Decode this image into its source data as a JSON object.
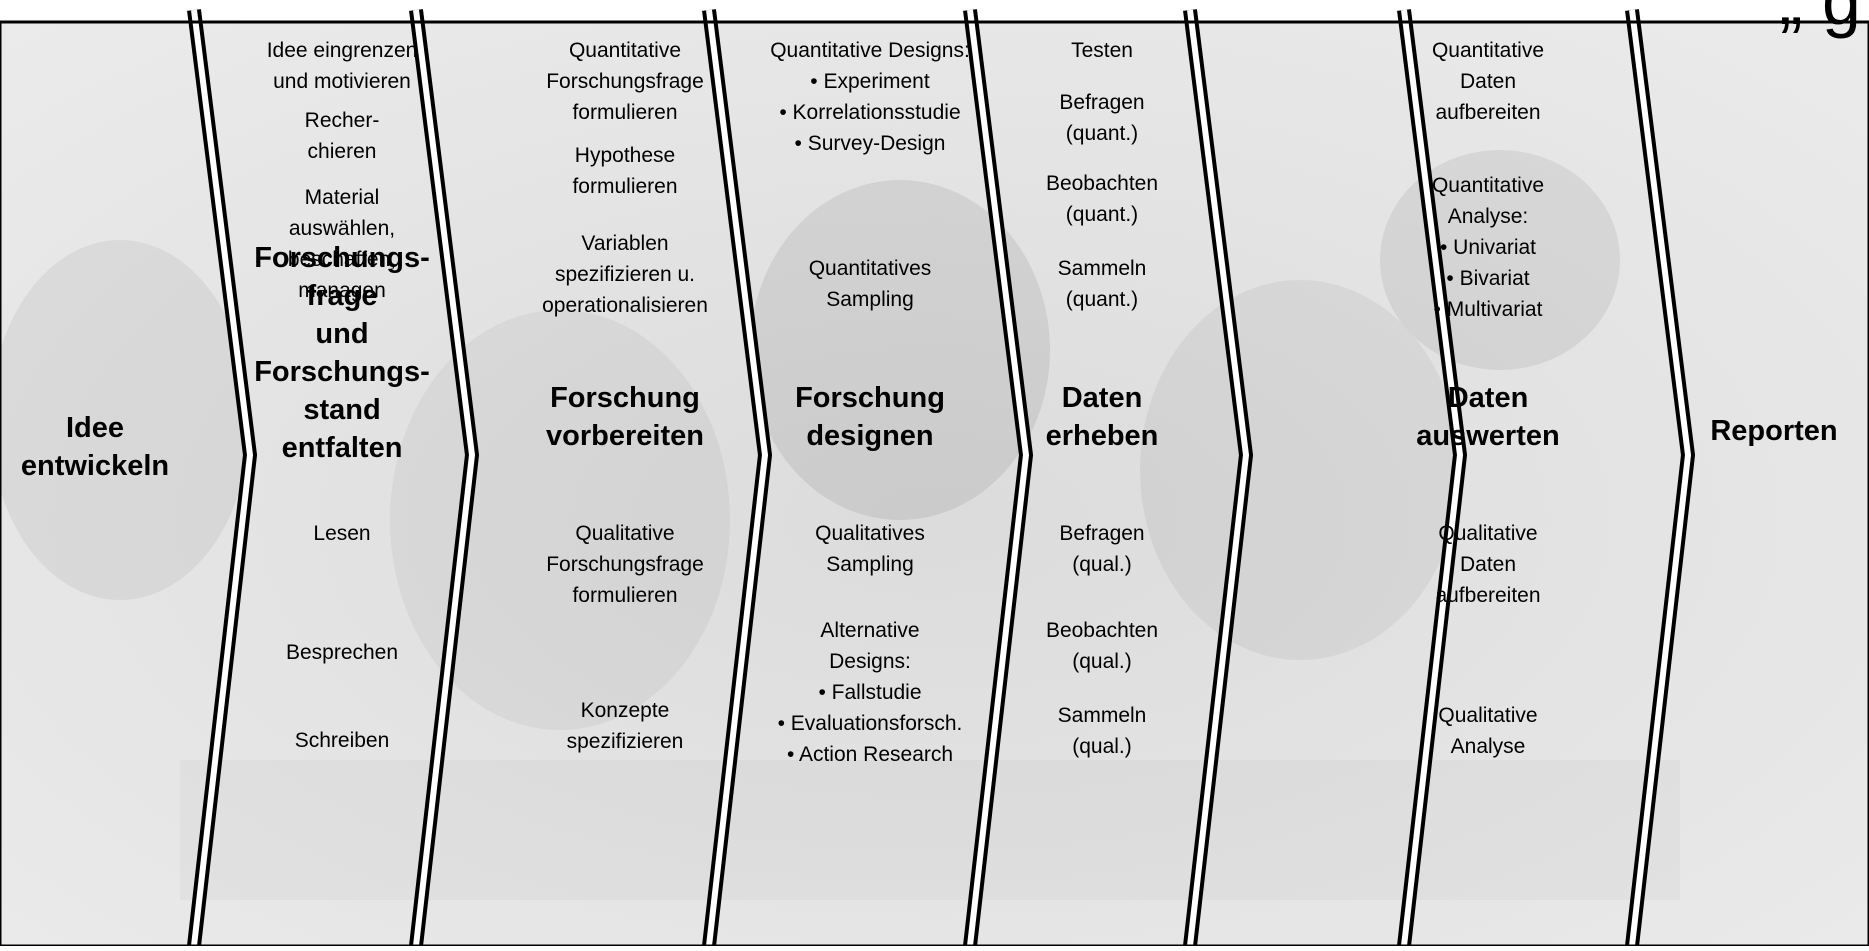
{
  "header": {
    "top_right_text": "„ g"
  },
  "stages": [
    {
      "title": "Idee\nentwickeln",
      "items": []
    },
    {
      "title": "Forschungs-\nfrage\nund\nForschungs-\nstand\nentfalten",
      "items": [
        "Idee eingrenzen\nund motivieren",
        "Recher-\nchieren",
        "Material\nauswählen,\nbeschaffen,\nmanagen",
        "Lesen",
        "Besprechen",
        "Schreiben"
      ]
    },
    {
      "title": "Forschung\nvorbereiten",
      "items": [
        "Quantitative\nForschungsfrage\nformulieren",
        "Hypothese\nformulieren",
        "Variablen\nspezifizieren u.\noperationalisieren",
        "Qualitative\nForschungsfrage\nformulieren",
        "Konzepte\nspezifizieren"
      ]
    },
    {
      "title": "Forschung\ndesignen",
      "items": [
        "Quantitative Designs:\n• Experiment\n• Korrelationsstudie\n• Survey-Design",
        "Quantitatives\nSampling",
        "Qualitatives\nSampling",
        "Alternative\nDesigns:\n• Fallstudie\n• Evaluationsforsch.\n• Action Research"
      ]
    },
    {
      "title": "Daten\nerheben",
      "items": [
        "Testen",
        "Befragen\n(quant.)",
        "Beobachten\n(quant.)",
        "Sammeln\n(quant.)",
        "Befragen\n(qual.)",
        "Beobachten\n(qual.)",
        "Sammeln\n(qual.)"
      ]
    },
    {
      "title": "Daten\nauswerten",
      "items": [
        "Quantitative\nDaten\naufbereiten",
        "Quantitative\nAnalyse:\n• Univariat\n• Bivariat\n• Multivariat",
        "Qualitative\nDaten\naufbereiten",
        "Qualitative\nAnalyse"
      ]
    },
    {
      "title": "Reporten",
      "items": []
    }
  ]
}
